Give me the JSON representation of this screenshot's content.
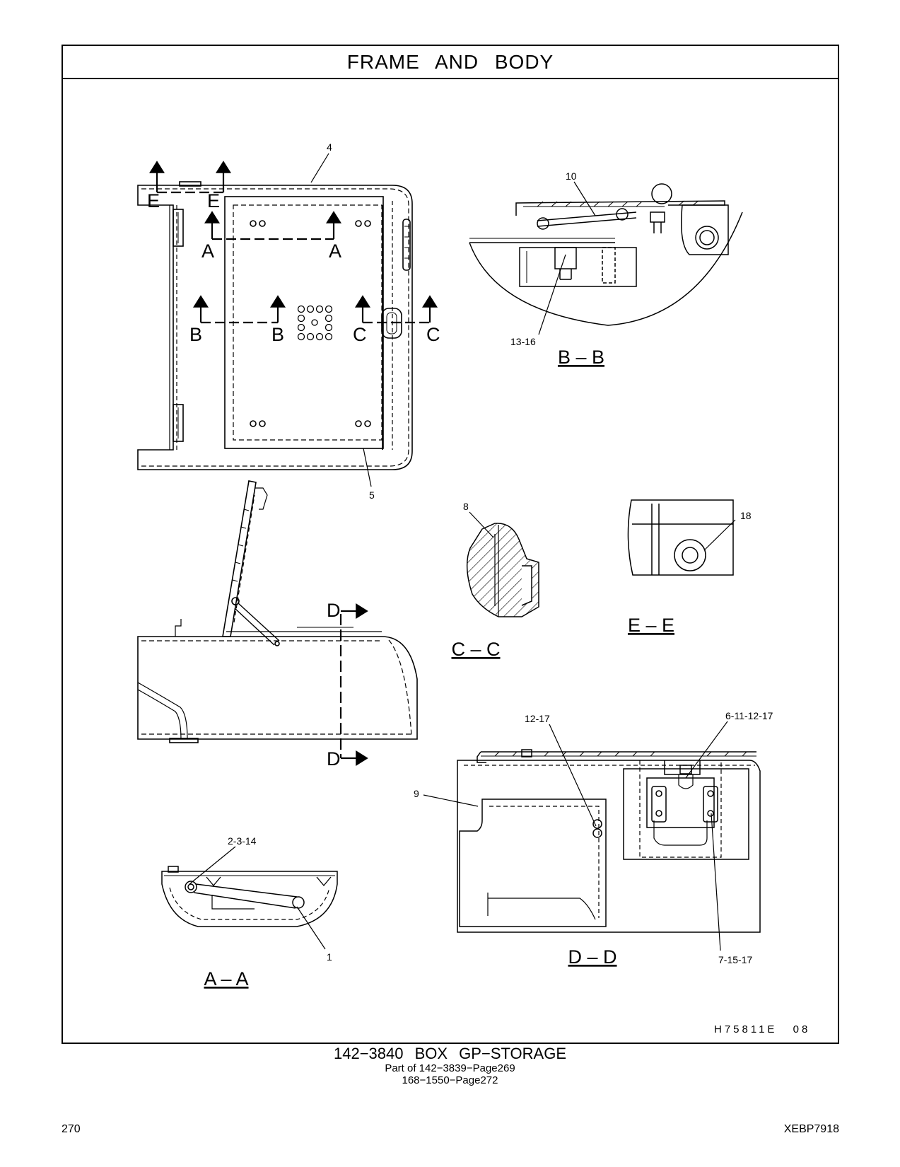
{
  "page": {
    "title": "FRAME AND BODY",
    "drawing_id": "H75811E 08",
    "caption_main": "142−3840 BOX GP−STORAGE",
    "caption_sub1": "Part of 142−3839−Page269",
    "caption_sub2": "168−1550−Page272",
    "page_number": "270",
    "doc_code": "XEBP7918"
  },
  "callouts": {
    "c4": "4",
    "c5": "5",
    "c10": "10",
    "c13_16": "13-16",
    "c8": "8",
    "c18": "18",
    "c12_17": "12-17",
    "c6_11_12_17": "6-11-12-17",
    "c9": "9",
    "c7_15_17": "7-15-17",
    "c2_3_14": "2-3-14",
    "c1": "1"
  },
  "section_markers": {
    "A": "A",
    "B": "B",
    "C": "C",
    "D": "D",
    "E": "E"
  },
  "section_titles": {
    "AA": "A – A",
    "BB": "B – B",
    "CC": "C – C",
    "DD": "D – D",
    "EE": "E – E"
  }
}
